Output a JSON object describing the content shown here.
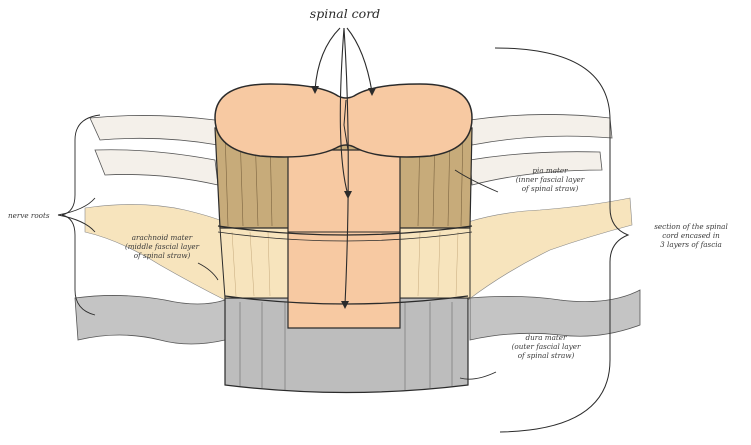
{
  "labels": {
    "spinal_cord": "spinal cord",
    "nerve_roots": "nerve roots",
    "pia_mater": {
      "line1": "pia mater",
      "line2": "(inner fascial layer",
      "line3": "of spinal straw)"
    },
    "arachnoid_mater": {
      "line1": "arachnoid mater",
      "line2": "(middle fascial layer",
      "line3": "of spinal straw)"
    },
    "dura_mater": {
      "line1": "dura mater",
      "line2": "(outer fascial layer",
      "line3": "of spinal straw)"
    },
    "section": {
      "line1": "section of the spinal",
      "line2": "cord encased in",
      "line3": "3 layers of fascia"
    }
  },
  "colors": {
    "spinal_cord": "#f7c9a2",
    "pia_mater": "#c9ae7c",
    "arachnoid_mater": "#f8e5c0",
    "dura_mater": "#bdbdbd",
    "outline": "#2b2b2b"
  }
}
